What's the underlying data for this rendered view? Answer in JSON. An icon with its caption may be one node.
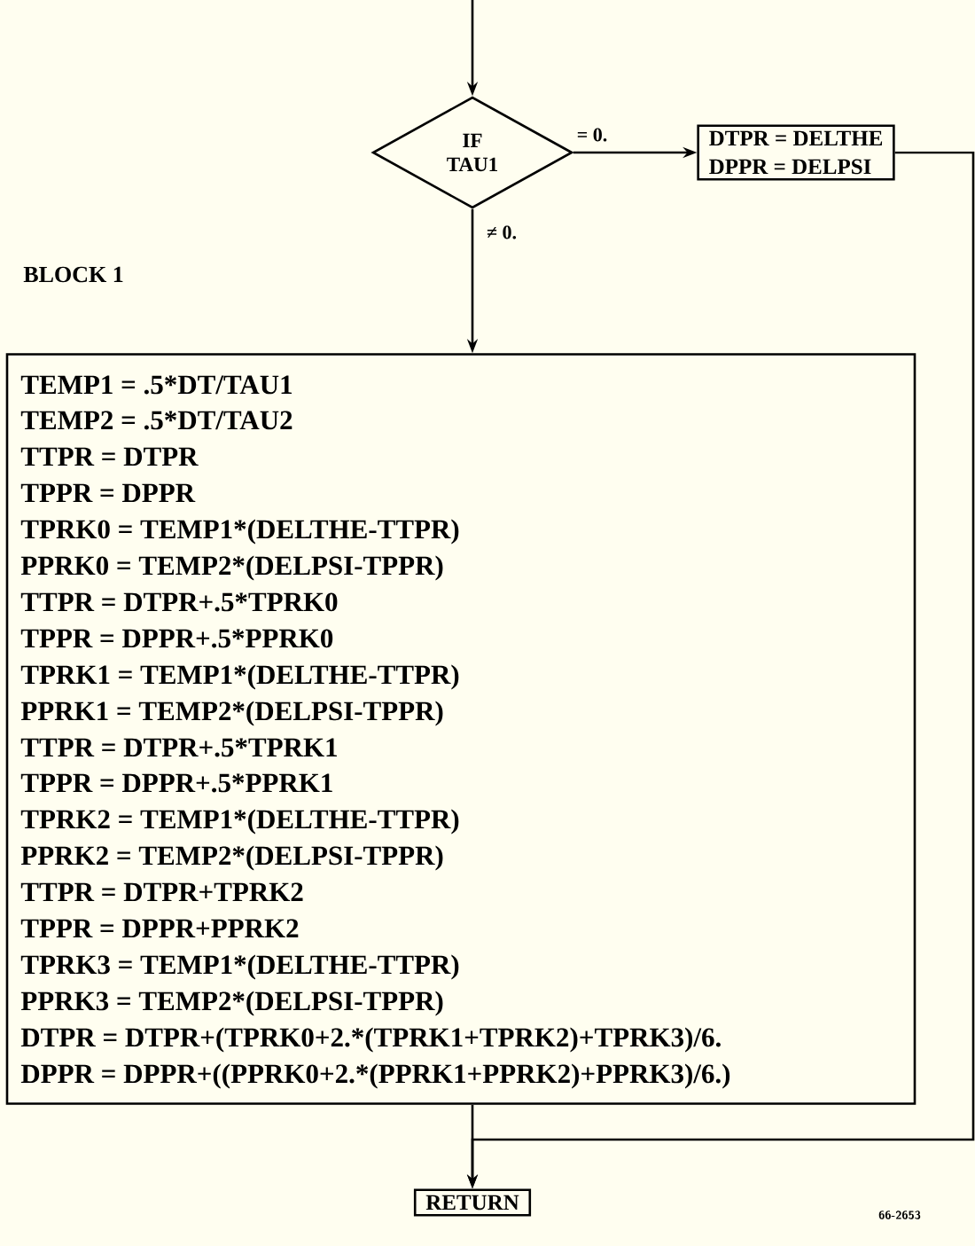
{
  "diagram": {
    "nodes": [
      {
        "text": [
          "IF TAU1"
        ]
      },
      {
        "text": [
          "DTPR = DELTHE",
          "DPPR = DELPSI"
        ]
      },
      {
        "text": [
          "BLOCK 1",
          "TEMP1 = .5*DT/TAU1",
          "TEMP2 = .5*DT/TAU2",
          "TTPR = DTPR",
          "TPPR = DPPR",
          "TPRK0 = TEMP1*(DELTHE-TTPR)",
          "PPRK0 = TEMP2*(DELPSI-TPPR)",
          "TTPR = DTPR+.5*TPRK0",
          "TPPR = DPPR+.5*PPRK0",
          "TPRK1 = TEMP1*(DELTHE-TTPR)",
          "PPRK1 = TEMP2*(DELPSI-TPPR)",
          "TTPR = DTPR+.5*TPRK1",
          "TPPR = DPPR+.5*PPRK1",
          "TPRK2 = TEMP1*(DELTHE-TTPR)",
          "PPRK2 = TEMP2*(DELPSI-TPPR)",
          "TTPR = DTPR+TPRK2",
          "TPPR = DPPR+PPRK2",
          "TPRK3 = TEMP1*(DELTHE-TTPR)",
          "PPRK3 = TEMP2*(DELPSI-TPPR)",
          "DTPR = DTPR+(TPRK0+2.*(TPRK1+TPRK2)+TPRK3)/6.",
          "DPPR = DPPR+((PPRK0+2.*(PPRK1+PPRK2)+PPRK3)/6.)"
        ]
      },
      {
        "text": [
          "RETURN"
        ]
      }
    ],
    "edges": [
      {
        "from": null,
        "to": 0,
        "arrow": "to"
      },
      {
        "from": 0,
        "to": 1,
        "arrow": "to",
        "label": "= 0."
      },
      {
        "from": 0,
        "to": 2,
        "arrow": "to",
        "label": "≠ 0."
      },
      {
        "from": 2,
        "to": 3,
        "arrow": "to"
      },
      {
        "from": 1,
        "to": 3,
        "arrow": "to"
      }
    ],
    "labels": [
      "66-2653"
    ]
  }
}
